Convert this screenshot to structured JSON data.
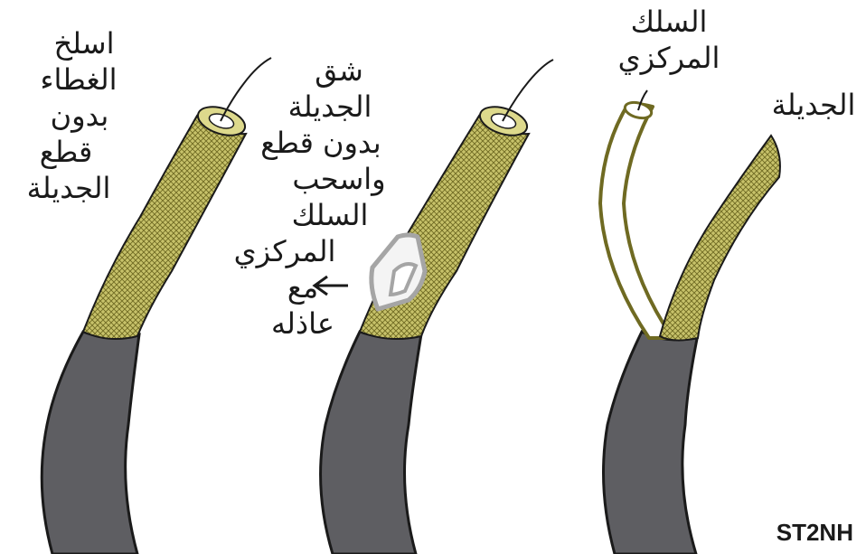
{
  "diagram": {
    "step1": {
      "lines": [
        "اسلخ",
        "الغطاء",
        "بدون",
        "قطع",
        "الجديلة"
      ]
    },
    "step2": {
      "lines": [
        "شق",
        "الجديلة",
        "بدون قطع",
        "واسحب",
        "السلك",
        "المركزي",
        "مع",
        "عاذله"
      ],
      "arrow": "←"
    },
    "step3": {
      "center_label": [
        "السلك",
        "المركزي"
      ],
      "braid_label": "الجديلة"
    },
    "watermark": "ST2NH",
    "colors": {
      "jacket": "#5e5e62",
      "braid": "#c7c26a",
      "braid_mesh": "#6f6a22",
      "insulator": "#ffffff",
      "dielectric_outline": "#a5a5a5"
    }
  }
}
